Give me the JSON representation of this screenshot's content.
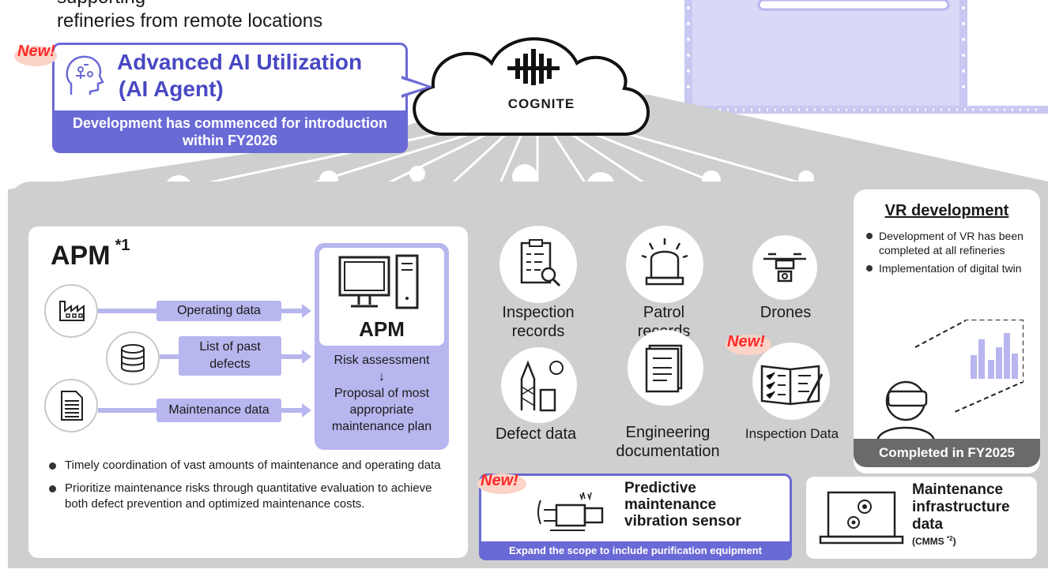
{
  "header": {
    "line1": "supporting",
    "line2": "refineries from remote locations"
  },
  "cloud": {
    "brand": "COGNITE"
  },
  "ai_callout": {
    "new_tag": "New!",
    "title": "Advanced AI Utilization",
    "subtitle": "(AI Agent)",
    "status": "Development has commenced for introduction within FY2026"
  },
  "apm": {
    "heading": "APM",
    "footnote": "*1",
    "inputs": [
      {
        "icon": "factory-icon",
        "label": "Operating data"
      },
      {
        "icon": "database-icon",
        "label": "List of past defects"
      },
      {
        "icon": "document-icon",
        "label": "Maintenance data"
      }
    ],
    "system_label": "APM",
    "process_step1": "Risk assessment",
    "process_arrow": "↓",
    "process_step2": "Proposal of most appropriate maintenance plan",
    "bullets": [
      "Timely coordination of vast amounts of maintenance and operating data",
      "Prioritize maintenance risks through quantitative evaluation to achieve both defect prevention and optimized maintenance costs."
    ]
  },
  "data_sources": [
    {
      "icon": "clipboard-magnifier-icon",
      "label": "Inspection records"
    },
    {
      "icon": "siren-icon",
      "label": "Patrol records"
    },
    {
      "icon": "drone-icon",
      "label": "Drones"
    },
    {
      "icon": "refinery-icon",
      "label": "Defect data"
    },
    {
      "icon": "engineering-docs-icon",
      "label": "Engineering documentation"
    },
    {
      "icon": "checklist-book-icon",
      "label": "Inspection Data",
      "new_tag": "New!"
    }
  ],
  "vr": {
    "title": "VR development",
    "bullets": [
      "Development of VR has been completed at all refineries",
      "Implementation of digital twin"
    ],
    "status": "Completed in FY2025"
  },
  "predictive": {
    "new_tag": "New!",
    "title": "Predictive maintenance vibration sensor",
    "band": "Expand the scope to include purification equipment"
  },
  "cmms": {
    "title": "Maintenance infrastructure data",
    "sub": "(CMMS ",
    "sub_note": "*2",
    "sub_close": ")"
  },
  "colors": {
    "accent": "#6a6ad6",
    "accent_light": "#b7b6ee",
    "new_red": "#ff2a2a",
    "panel_gray": "#cfcfcf"
  }
}
